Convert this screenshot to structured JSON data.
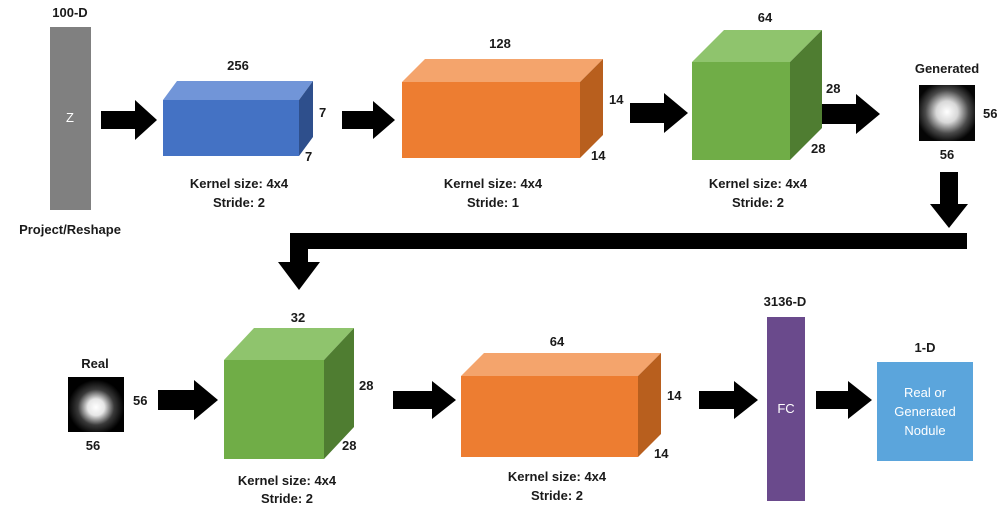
{
  "generator": {
    "z_dim_label": "100-D",
    "z_text": "Z",
    "reshape_label": "Project/Reshape",
    "block1": {
      "channels": "256",
      "height": "7",
      "width": "7",
      "kernel": "Kernel size: 4x4",
      "stride": "Stride: 2"
    },
    "block2": {
      "channels": "128",
      "height": "14",
      "width": "14",
      "kernel": "Kernel size: 4x4",
      "stride": "Stride: 1"
    },
    "block3": {
      "channels": "64",
      "height": "28",
      "width": "28",
      "kernel": "Kernel size: 4x4",
      "stride": "Stride: 2"
    },
    "output": {
      "title": "Generated",
      "height": "56",
      "width": "56"
    }
  },
  "discriminator": {
    "input": {
      "title": "Real",
      "height": "56",
      "width": "56"
    },
    "block1": {
      "channels": "32",
      "height": "28",
      "width": "28",
      "kernel": "Kernel size: 4x4",
      "stride": "Stride: 2"
    },
    "block2": {
      "channels": "64",
      "height": "14",
      "width": "14",
      "kernel": "Kernel size: 4x4",
      "stride": "Stride: 2"
    },
    "fc": {
      "dim_label": "3136-D",
      "text": "FC"
    },
    "output": {
      "dim_label": "1-D",
      "line1": "Real or",
      "line2": "Generated",
      "line3": "Nodule"
    }
  },
  "colors": {
    "blue": "#4472c4",
    "orange": "#ed7d31",
    "green": "#70ad47",
    "gray": "#808080",
    "purple": "#6a4a8c",
    "light_blue": "#5ba5dc",
    "arrow": "#000000"
  }
}
